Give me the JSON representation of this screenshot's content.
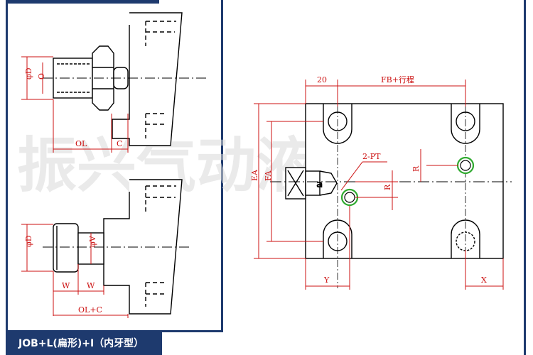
{
  "caption": "JOB+L(扁形)+I（内牙型）",
  "watermark": "振兴气动液压",
  "labels": {
    "phi_d_top": "φD",
    "o_top": "O",
    "ol": "OL",
    "c": "C",
    "phi_d_bottom": "φD",
    "phi_v": "φV",
    "w_left": "W",
    "w_right": "W",
    "ol_c": "OL+C",
    "dim_20": "20",
    "fb_stroke": "FB+行程",
    "pt": "2-PT",
    "ea": "EA",
    "fa": "FA",
    "r_left": "R",
    "r_right": "R",
    "y": "Y",
    "x": "X"
  },
  "colors": {
    "frame": "#1e3a6e",
    "dimension": "#cc1111",
    "outline": "#000000",
    "port_ring": "#2faa2f"
  }
}
